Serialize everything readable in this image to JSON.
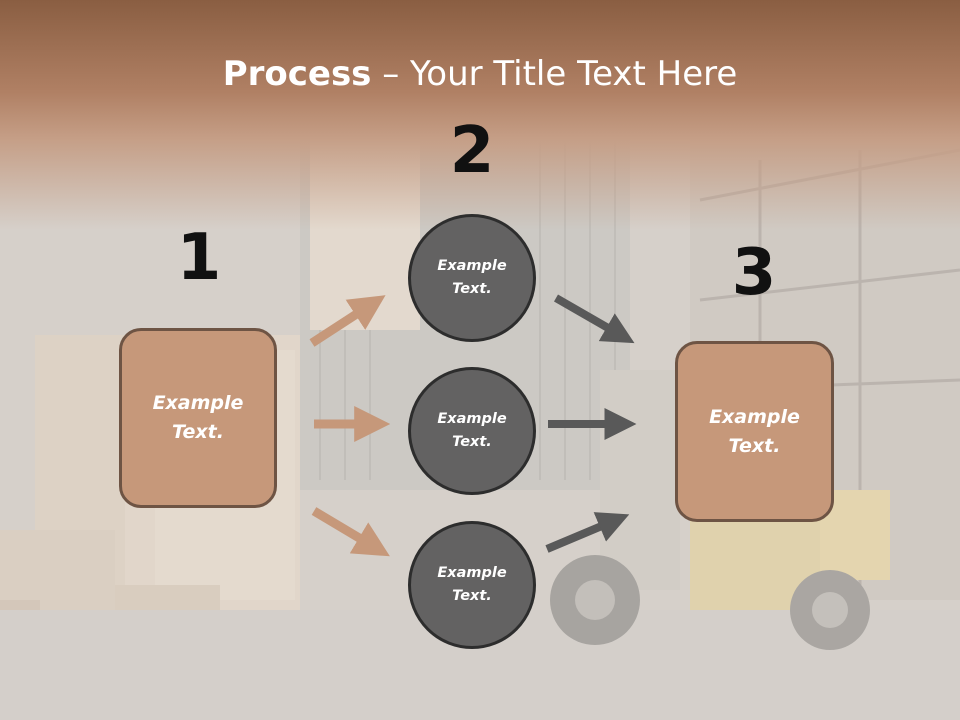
{
  "slide": {
    "title_bold": "Process",
    "title_rest": " – Your Title Text Here"
  },
  "steps": {
    "step1_number": "1",
    "step2_number": "2",
    "step3_number": "3"
  },
  "boxes": {
    "left_label": "Example Text.",
    "right_label": "Example Text."
  },
  "circles": {
    "top_label": "Example Text.",
    "middle_label": "Example Text.",
    "bottom_label": "Example Text."
  },
  "colors": {
    "box_fill": "#c6987a",
    "box_border": "#6e5444",
    "circle_fill": "#636262",
    "circle_border": "#2d2d2d",
    "arrow_left": "#c6987a",
    "arrow_right": "#595959",
    "title_band": "#a97559"
  }
}
